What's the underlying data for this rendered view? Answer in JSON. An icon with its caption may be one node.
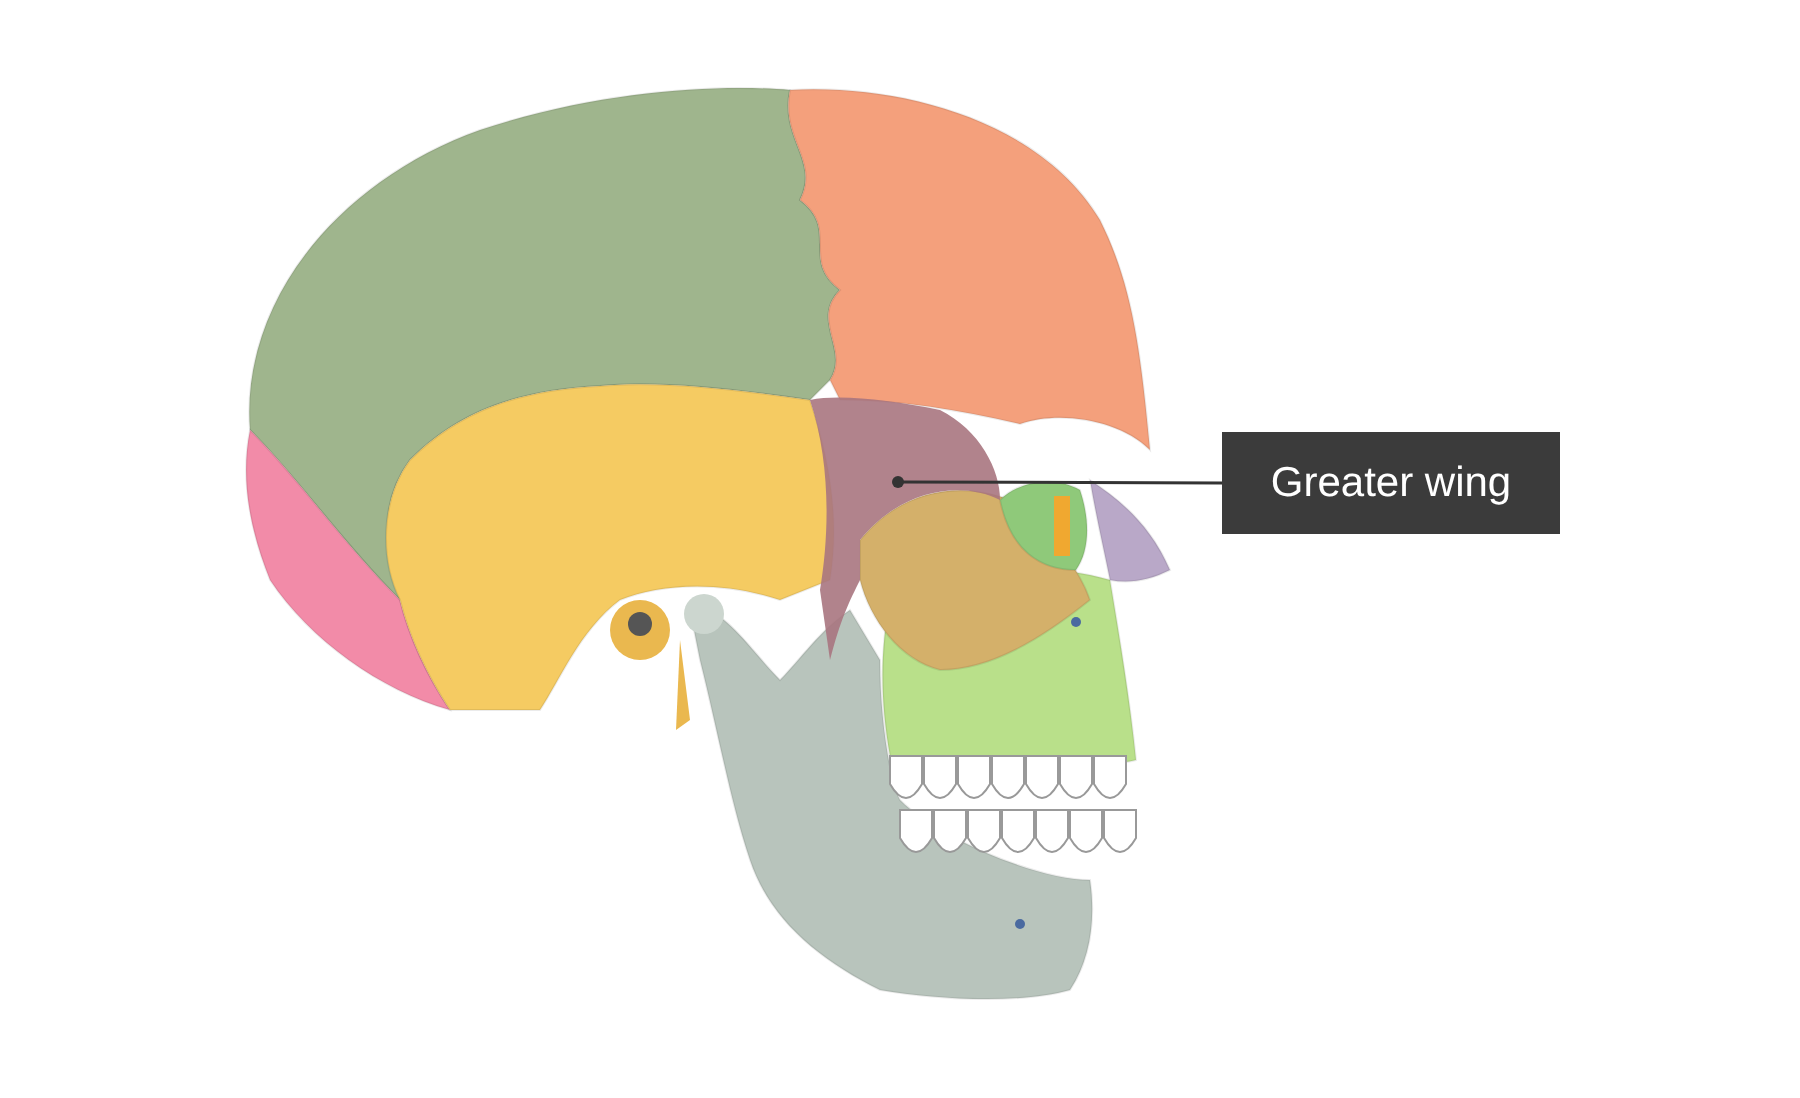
{
  "diagram": {
    "nodes": [
      {
        "text": [
          "Greater wing"
        ]
      },
      {
        "text": [],
        "shape": "picture"
      }
    ],
    "edges": [
      {
        "from": 0,
        "to": 1,
        "arrow": "other"
      }
    ]
  }
}
